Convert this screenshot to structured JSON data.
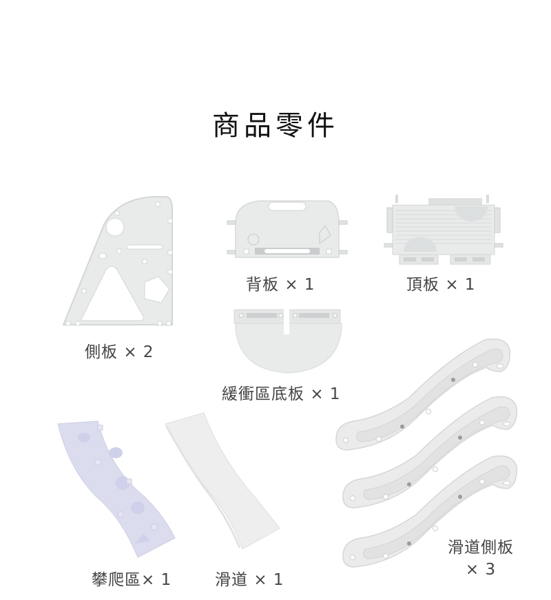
{
  "page": {
    "title": "商品零件"
  },
  "parts": [
    {
      "id": "side-panel",
      "name": "側板",
      "qty_label": "× 2"
    },
    {
      "id": "back-panel",
      "name": "背板",
      "qty_label": "× 1"
    },
    {
      "id": "top-panel",
      "name": "頂板",
      "qty_label": "× 1"
    },
    {
      "id": "buffer-base-panel",
      "name": "緩衝區底板",
      "qty_label": "× 1"
    },
    {
      "id": "climbing-zone",
      "name": "攀爬區",
      "qty_label": "× 1"
    },
    {
      "id": "slide",
      "name": "滑道",
      "qty_label": "× 1"
    },
    {
      "id": "slide-side-panel",
      "name": "滑道側板",
      "qty_label": "× 3"
    }
  ],
  "colors": {
    "panel_fill": "#e9ebeb",
    "panel_stroke": "#d6d9d9",
    "climbing_fill": "#dcdcef",
    "slide_fill": "#ededed",
    "text": "#444444",
    "title": "#111111"
  }
}
